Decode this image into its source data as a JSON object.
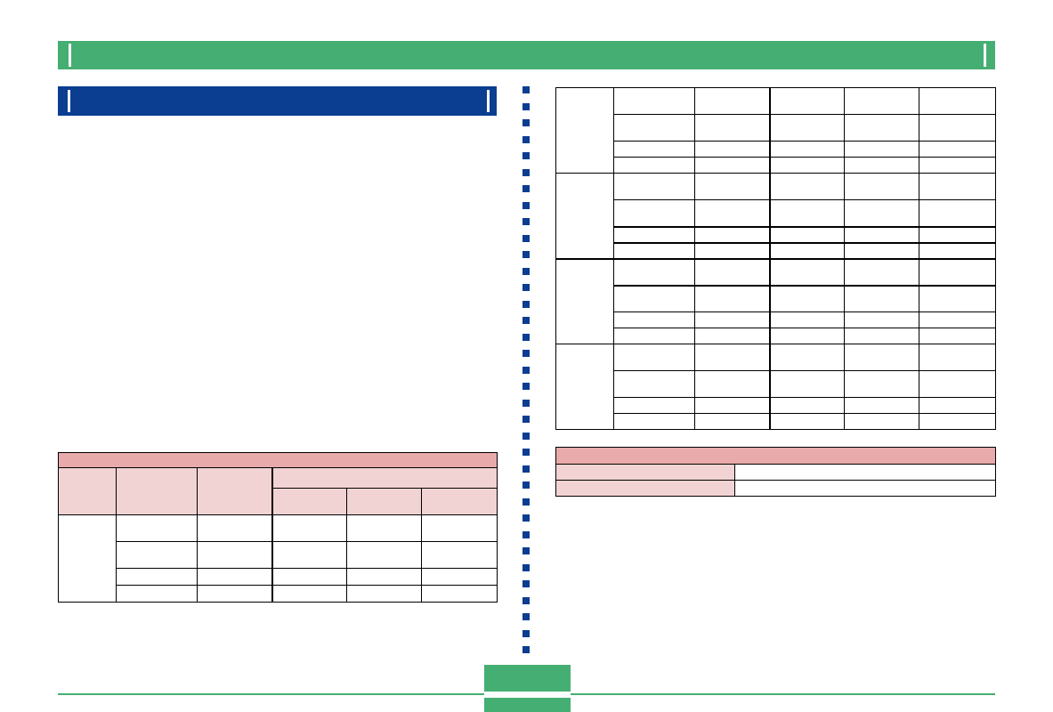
{
  "page": {
    "colors": {
      "header_green": "#45ae72",
      "section_blue": "#0b3d91",
      "table_header_dark": "#e8aaaa",
      "table_header_light": "#f2d3d4"
    },
    "header_title": "",
    "section_title": "",
    "page_number": ""
  },
  "left_table": {
    "columns": 6,
    "header_rows": 3,
    "body_rows": 4,
    "cells": []
  },
  "right_table": {
    "groups": 4,
    "rows_per_group": 4,
    "columns": 6,
    "cells": []
  },
  "small_table": {
    "rows": 3,
    "columns": 2,
    "cells": []
  }
}
